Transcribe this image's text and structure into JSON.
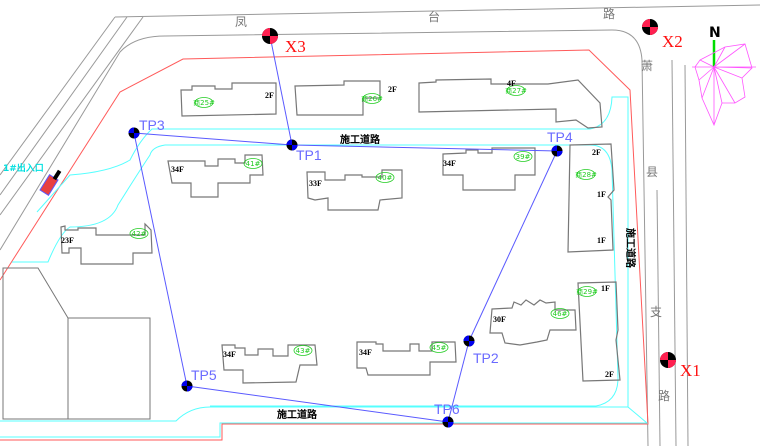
{
  "road_names": {
    "top": [
      "凤",
      "台",
      "路"
    ],
    "right": [
      "萧",
      "县",
      "支",
      "路"
    ]
  },
  "construction_road_label": "施工道路",
  "entrance_label": "1#出入口",
  "north_label": "N",
  "control_points": [
    "X1",
    "X2",
    "X3"
  ],
  "traverse_points": [
    "TP1",
    "TP2",
    "TP3",
    "TP4",
    "TP5",
    "TP6"
  ],
  "buildings": [
    {
      "no": "商25#",
      "floors": "2F"
    },
    {
      "no": "商26#",
      "floors": "2F"
    },
    {
      "no": "商27#",
      "floors": "4F"
    },
    {
      "no": "商28#",
      "floors": "2F",
      "extra_floors": [
        "1F",
        "1F"
      ]
    },
    {
      "no": "商29#",
      "floors": "1F",
      "extra_floors": [
        "2F"
      ]
    },
    {
      "no": "41#",
      "floors": "34F"
    },
    {
      "no": "40#",
      "floors": "33F"
    },
    {
      "no": "39#",
      "floors": "34F"
    },
    {
      "no": "42#",
      "floors": "23F"
    },
    {
      "no": "43#",
      "floors": "34F"
    },
    {
      "no": "45#",
      "floors": "34F"
    },
    {
      "no": "46#",
      "floors": "30F"
    }
  ],
  "colors": {
    "boundary": "#ff5a5a",
    "road_edge": "#999999",
    "site_road": "#55ffff",
    "traverse": "#5a5aff",
    "control_point": "#ff2050",
    "traverse_point": "#0000ee",
    "building_no": "#22cc22",
    "north_arrow": "#00dd00",
    "wind_rose": "#ff55ff"
  }
}
